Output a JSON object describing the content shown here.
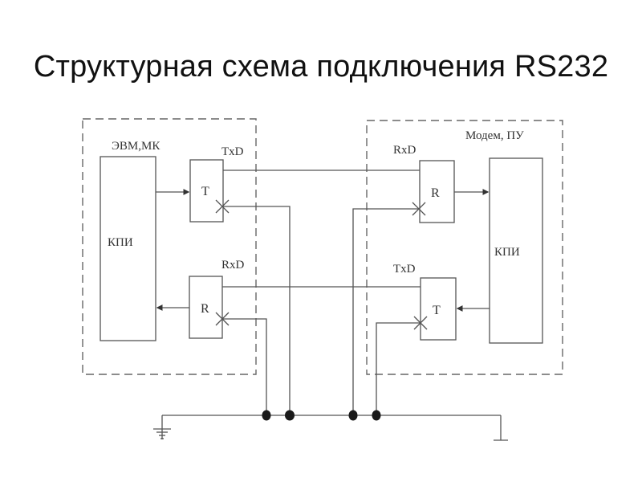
{
  "title": "Структурная схема подключения RS232",
  "left_device": {
    "label": "ЭВМ,МК",
    "controller_label": "КПИ",
    "transmitter": {
      "pin_label": "TxD",
      "symbol": "T"
    },
    "receiver": {
      "pin_label": "RxD",
      "symbol": "R"
    }
  },
  "right_device": {
    "label": "Модем, ПУ",
    "controller_label": "КПИ",
    "receiver": {
      "pin_label": "RxD",
      "symbol": "R"
    },
    "transmitter": {
      "pin_label": "TxD",
      "symbol": "T"
    }
  },
  "icons": {
    "ground_left": "earth-ground-icon",
    "ground_right": "chassis-ground-icon",
    "junction": "junction-dot-icon"
  }
}
